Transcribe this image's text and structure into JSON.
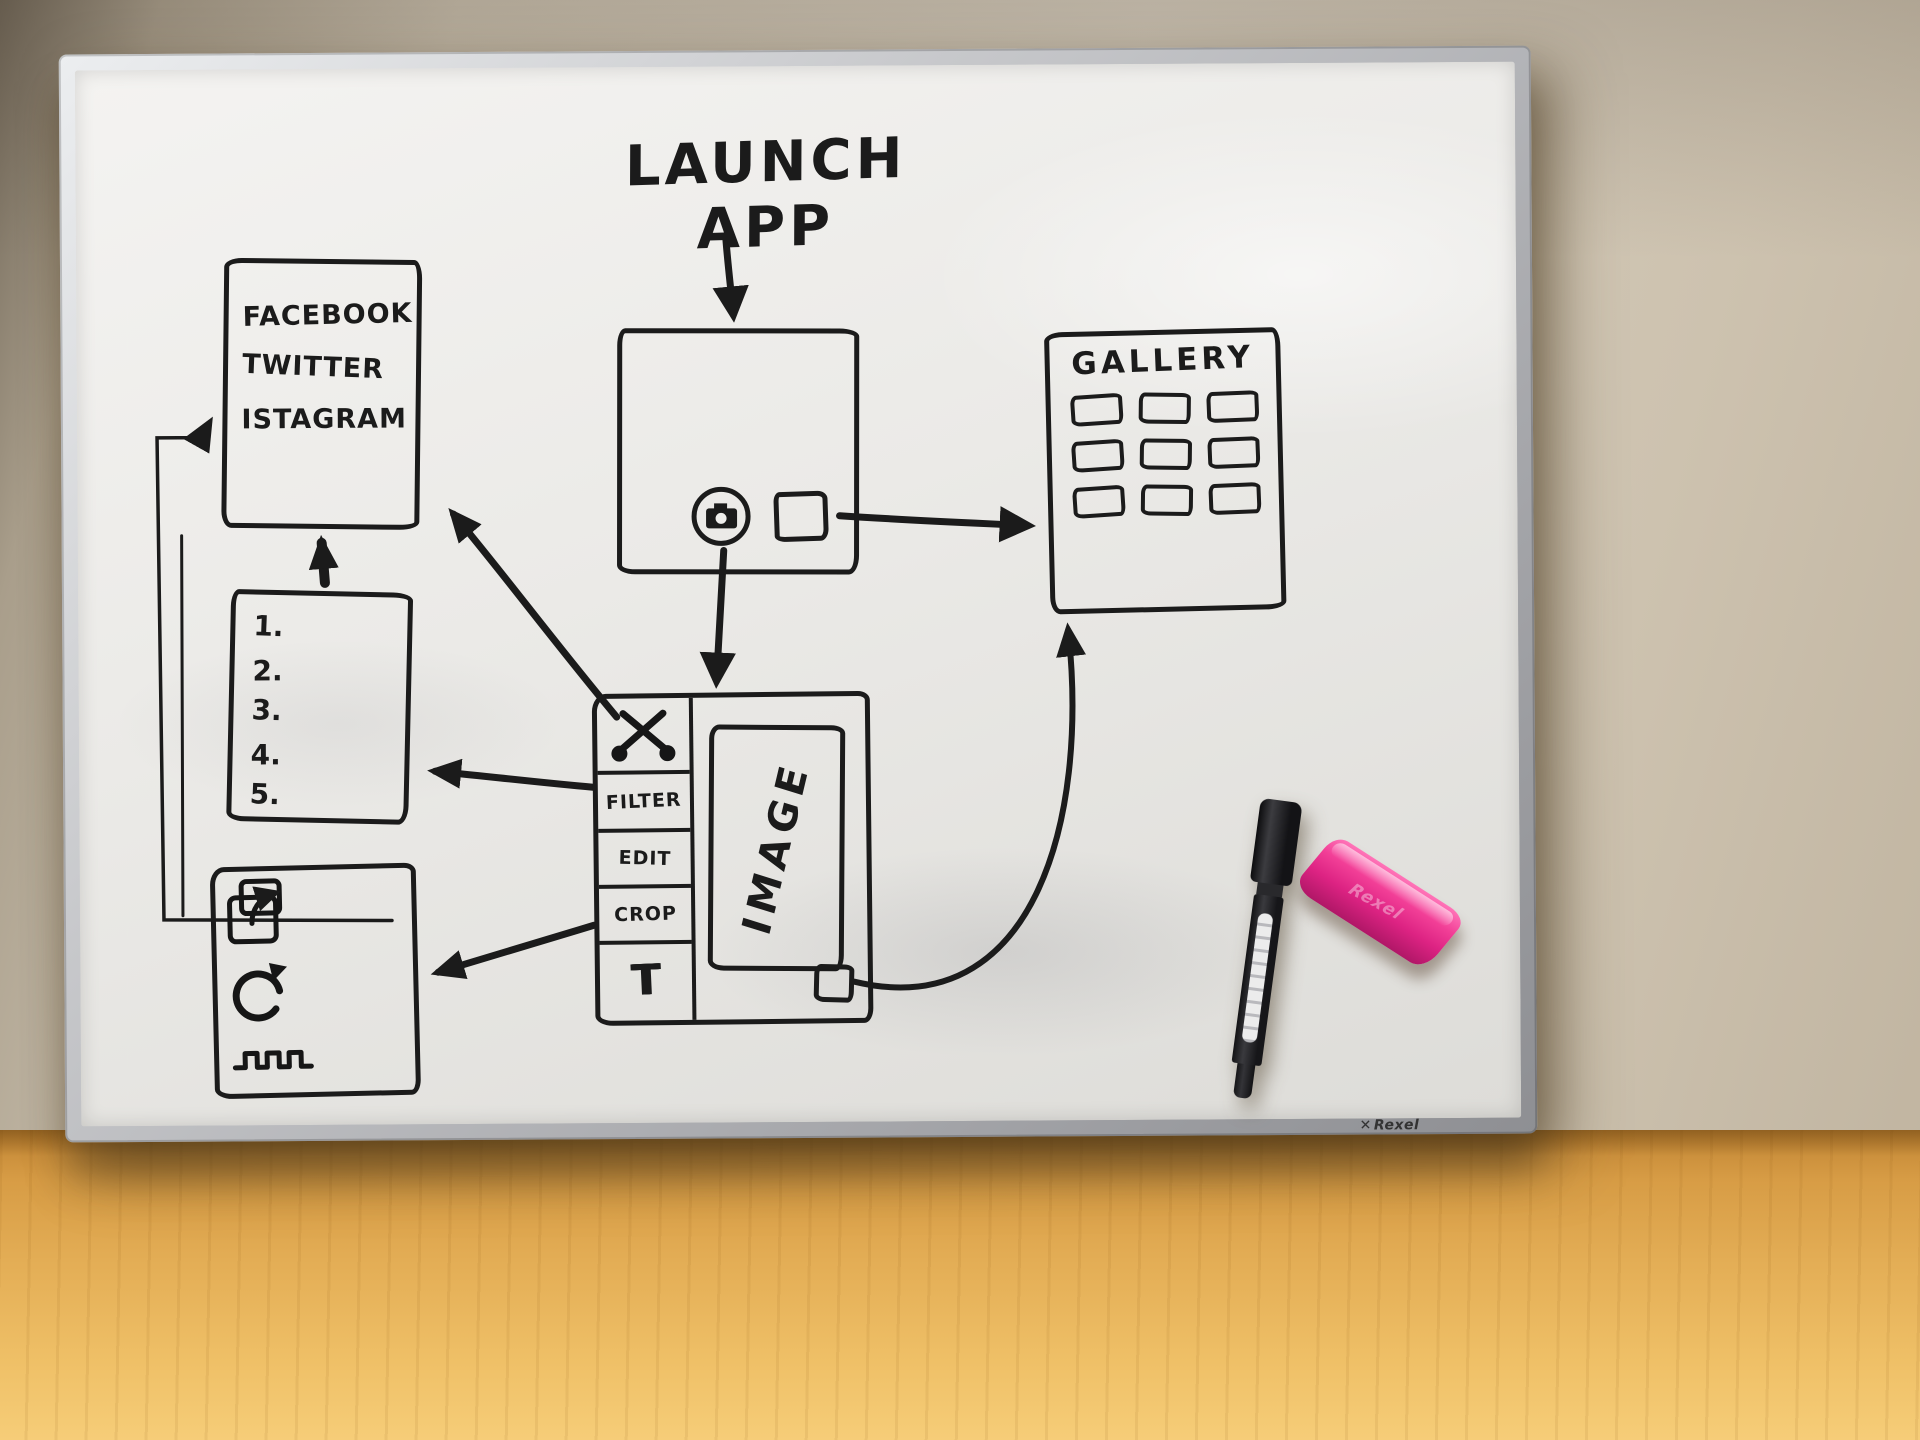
{
  "board": {
    "title": "LAUNCH APP"
  },
  "social": {
    "items": [
      "FACEBOOK",
      "TWITTER",
      "ISTAGRAM"
    ]
  },
  "steps": {
    "items": [
      "1.",
      "2.",
      "3.",
      "4.",
      "5."
    ]
  },
  "gallery": {
    "title": "GALLERY"
  },
  "editor": {
    "tools": [
      "FILTER",
      "EDIT",
      "CROP"
    ],
    "text_tool": "T",
    "image_label": "IMAGE"
  },
  "frame": {
    "brand_logo": "✕",
    "brand_name": "Rexel"
  },
  "eraser": {
    "label": "Rexel"
  },
  "colors": {
    "ink": "#1b1b1b",
    "board_surface": "#eceae7",
    "frame_silver": "#b9babc",
    "eraser_pink": "#e82f8d",
    "marker_black": "#1d1d1f",
    "table_wood": "#e0a94f",
    "wall": "#cfc5b3"
  }
}
